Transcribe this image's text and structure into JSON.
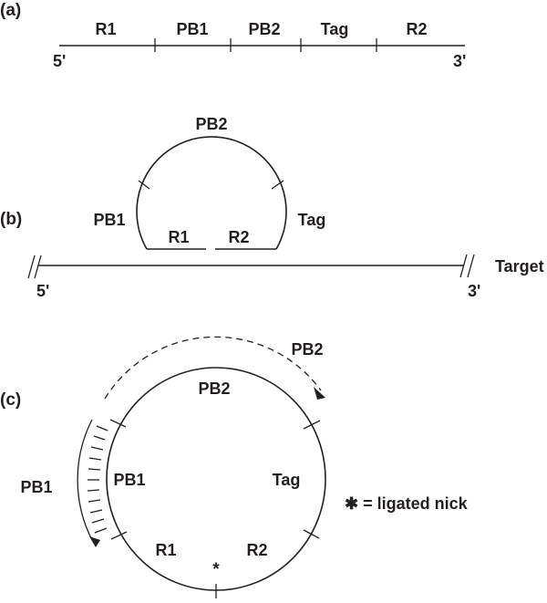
{
  "panel_a": {
    "label": "(a)",
    "segments": [
      "R1",
      "PB1",
      "PB2",
      "Tag",
      "R2"
    ],
    "end_5": "5'",
    "end_3": "3'"
  },
  "panel_b": {
    "label": "(b)",
    "arc_labels": {
      "top": "PB2",
      "left": "PB1",
      "right": "Tag",
      "bottom_left": "R1",
      "bottom_right": "R2"
    },
    "target_label": "Target",
    "end_5": "5'",
    "end_3": "3'"
  },
  "panel_c": {
    "label": "(c)",
    "circle_labels": {
      "top": "PB2",
      "left": "PB1",
      "right": "Tag",
      "bottom_left": "R1",
      "bottom_right": "R2"
    },
    "outer_labels": {
      "dashed_arrow": "PB2",
      "hatched_arrow": "PB1"
    },
    "nick_marker": "*",
    "legend": "✱ = ligated nick"
  },
  "colors": {
    "ink": "#231f20",
    "background": "#ffffff"
  }
}
